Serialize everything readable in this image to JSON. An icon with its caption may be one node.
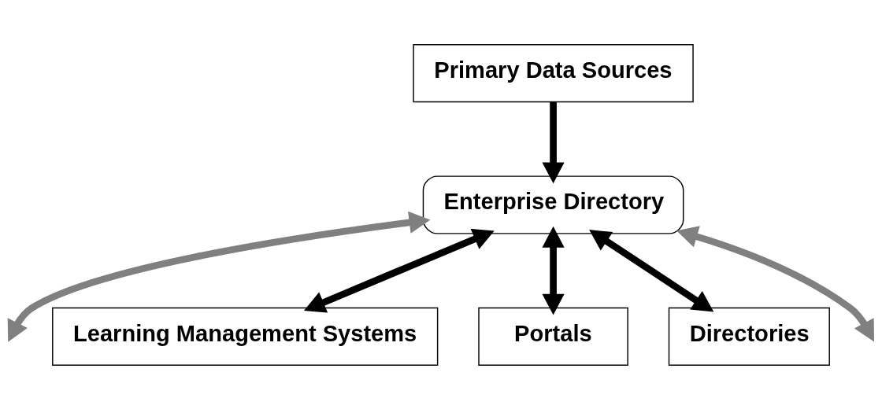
{
  "diagram": {
    "nodes": [
      {
        "text": [
          "Primary Data Sources"
        ]
      },
      {
        "text": [
          "Enterprise Directory"
        ]
      },
      {
        "text": [
          "Learning Management Systems"
        ]
      },
      {
        "text": [
          "Portals"
        ]
      },
      {
        "text": [
          "Directories"
        ]
      }
    ],
    "edges": [
      {
        "from": 0,
        "to": 1,
        "arrow": "to"
      },
      {
        "from": null,
        "to": 1,
        "arrow": "both",
        "color": "#808080"
      },
      {
        "from": 1,
        "to": 2,
        "arrow": "both"
      },
      {
        "from": 1,
        "to": 3,
        "arrow": "both"
      },
      {
        "from": 1,
        "to": 4,
        "arrow": "both"
      },
      {
        "from": 1,
        "to": null,
        "arrow": "both",
        "color": "#808080"
      }
    ]
  }
}
